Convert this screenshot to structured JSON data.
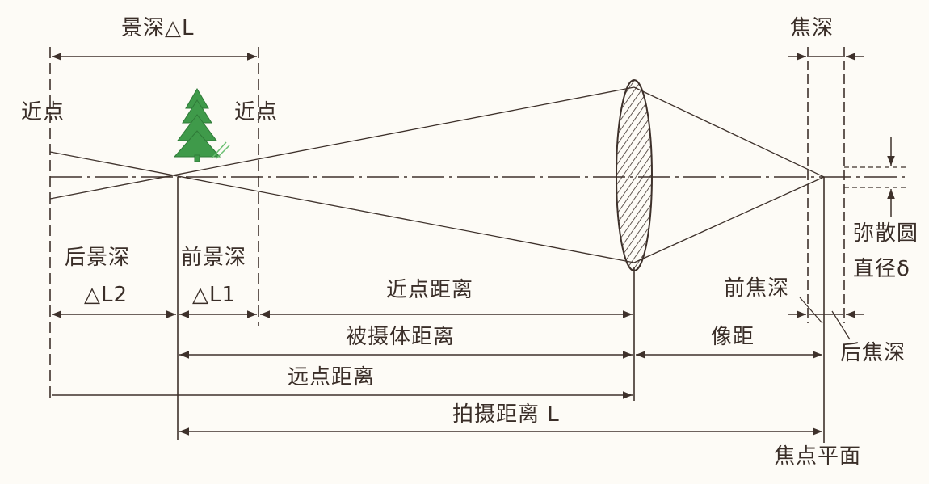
{
  "labels": {
    "depth_of_field": "景深△L",
    "near_point_left": "近点",
    "near_point_right": "近点",
    "rear_dof": "后景深",
    "rear_dof_symbol": "△L2",
    "front_dof": "前景深",
    "front_dof_symbol": "△L1",
    "near_point_distance": "近点距离",
    "subject_distance": "被摄体距离",
    "far_point_distance": "远点距离",
    "shooting_distance": "拍摄距离 L",
    "image_distance": "像距",
    "depth_of_focus": "焦深",
    "front_depth_of_focus": "前焦深",
    "rear_depth_of_focus": "后焦深",
    "coc_line1": "弥散圆",
    "coc_line2": "直径δ",
    "focal_plane": "焦点平面"
  },
  "colors": {
    "ink": "#3e312b",
    "tree": "#3f9a4a",
    "background": "#fdfbf6"
  }
}
